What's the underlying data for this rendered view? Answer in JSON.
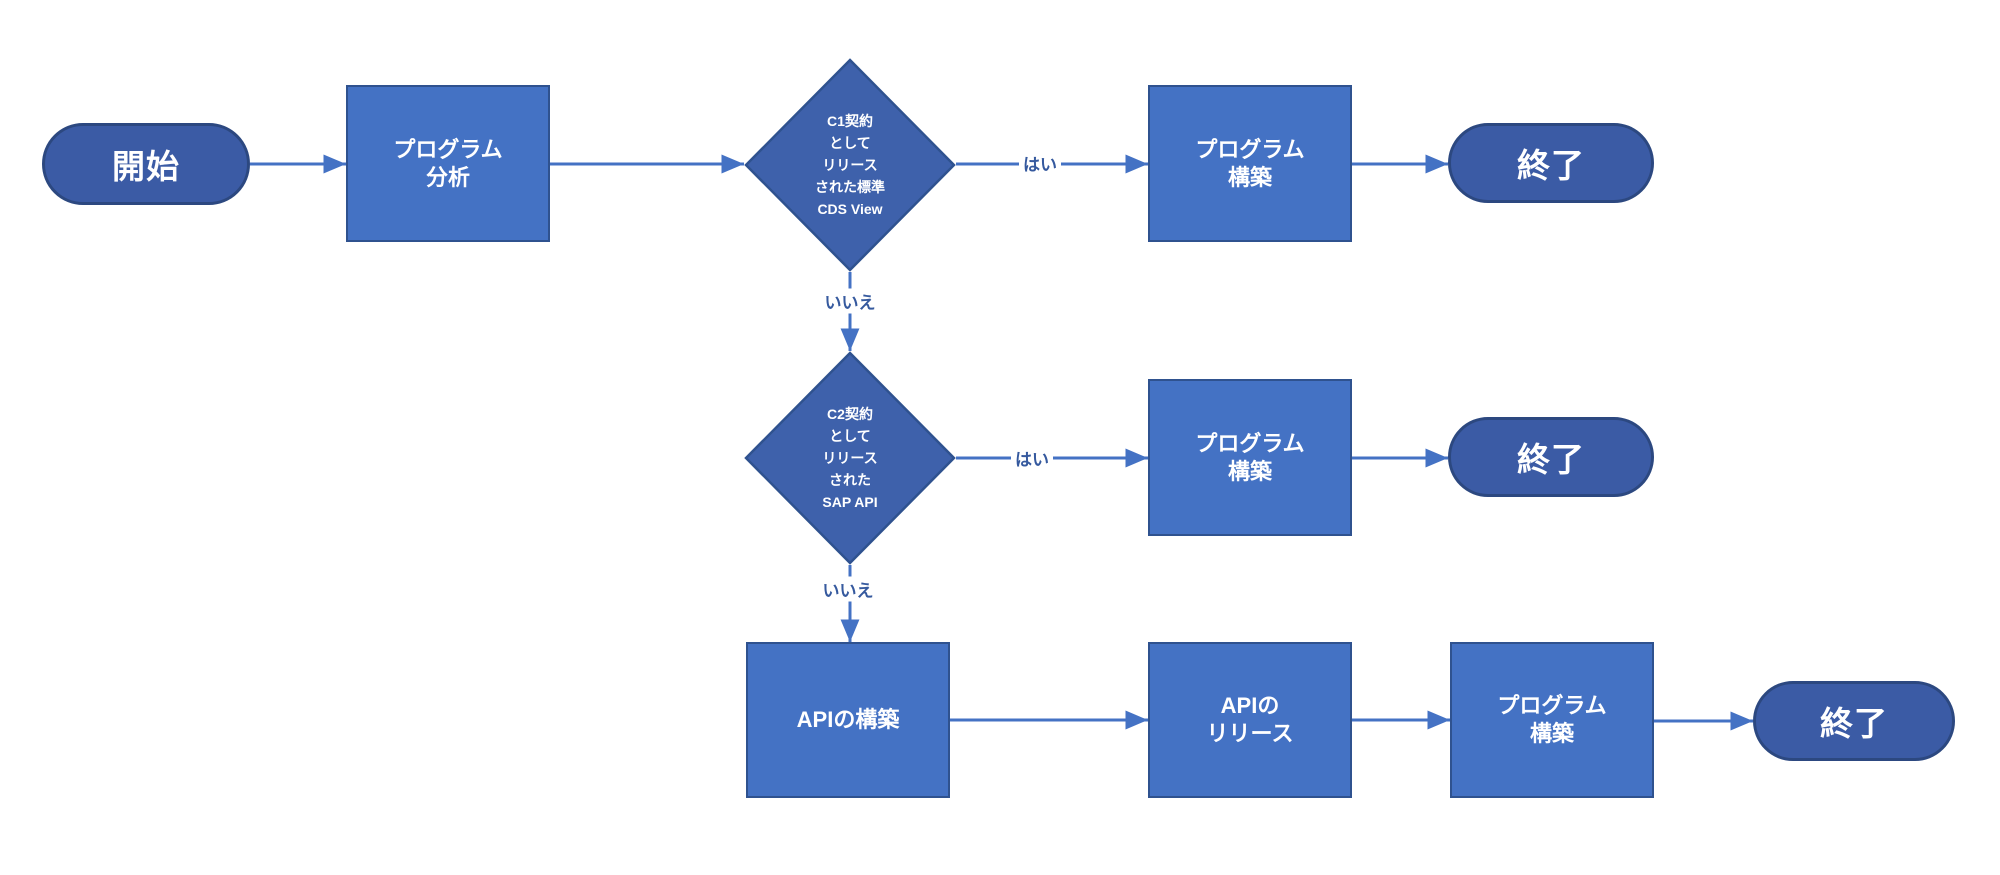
{
  "diagram": {
    "type": "flowchart",
    "language": "ja",
    "colors": {
      "process_fill": "#4472C4",
      "process_border": "#2F528F",
      "decision_fill": "#3E61AB",
      "decision_border": "#2F528F",
      "terminal_fill": "#3B5BA5",
      "terminal_border": "#2C4880",
      "connector": "#4472C4",
      "edge_label_text": "#35599E",
      "node_text": "#FFFFFF",
      "background": "#FFFFFF"
    },
    "nodes": [
      {
        "id": "start",
        "kind": "terminal",
        "label": "開始"
      },
      {
        "id": "analyze",
        "kind": "process",
        "label": "プログラム\n分析"
      },
      {
        "id": "decision_cds",
        "kind": "decision",
        "label": "C1契約\nとして\nリリース\nされた標準\nCDS View"
      },
      {
        "id": "build_1",
        "kind": "process",
        "label": "プログラム\n構築"
      },
      {
        "id": "end_1",
        "kind": "terminal",
        "label": "終了"
      },
      {
        "id": "decision_api",
        "kind": "decision",
        "label": "C2契約\nとして\nリリース\nされた\nSAP API"
      },
      {
        "id": "build_2",
        "kind": "process",
        "label": "プログラム\n構築"
      },
      {
        "id": "end_2",
        "kind": "terminal",
        "label": "終了"
      },
      {
        "id": "api_build",
        "kind": "process",
        "label": "APIの構築"
      },
      {
        "id": "api_release",
        "kind": "process",
        "label": "APIの\nリリース"
      },
      {
        "id": "build_3",
        "kind": "process",
        "label": "プログラム\n構築"
      },
      {
        "id": "end_3",
        "kind": "terminal",
        "label": "終了"
      }
    ],
    "edges": [
      {
        "from": "start",
        "to": "analyze",
        "label": ""
      },
      {
        "from": "analyze",
        "to": "decision_cds",
        "label": ""
      },
      {
        "from": "decision_cds",
        "to": "build_1",
        "label": "はい"
      },
      {
        "from": "build_1",
        "to": "end_1",
        "label": ""
      },
      {
        "from": "decision_cds",
        "to": "decision_api",
        "label": "いいえ"
      },
      {
        "from": "decision_api",
        "to": "build_2",
        "label": "はい"
      },
      {
        "from": "build_2",
        "to": "end_2",
        "label": ""
      },
      {
        "from": "decision_api",
        "to": "api_build",
        "label": "いいえ"
      },
      {
        "from": "api_build",
        "to": "api_release",
        "label": ""
      },
      {
        "from": "api_release",
        "to": "build_3",
        "label": ""
      },
      {
        "from": "build_3",
        "to": "end_3",
        "label": ""
      }
    ]
  }
}
